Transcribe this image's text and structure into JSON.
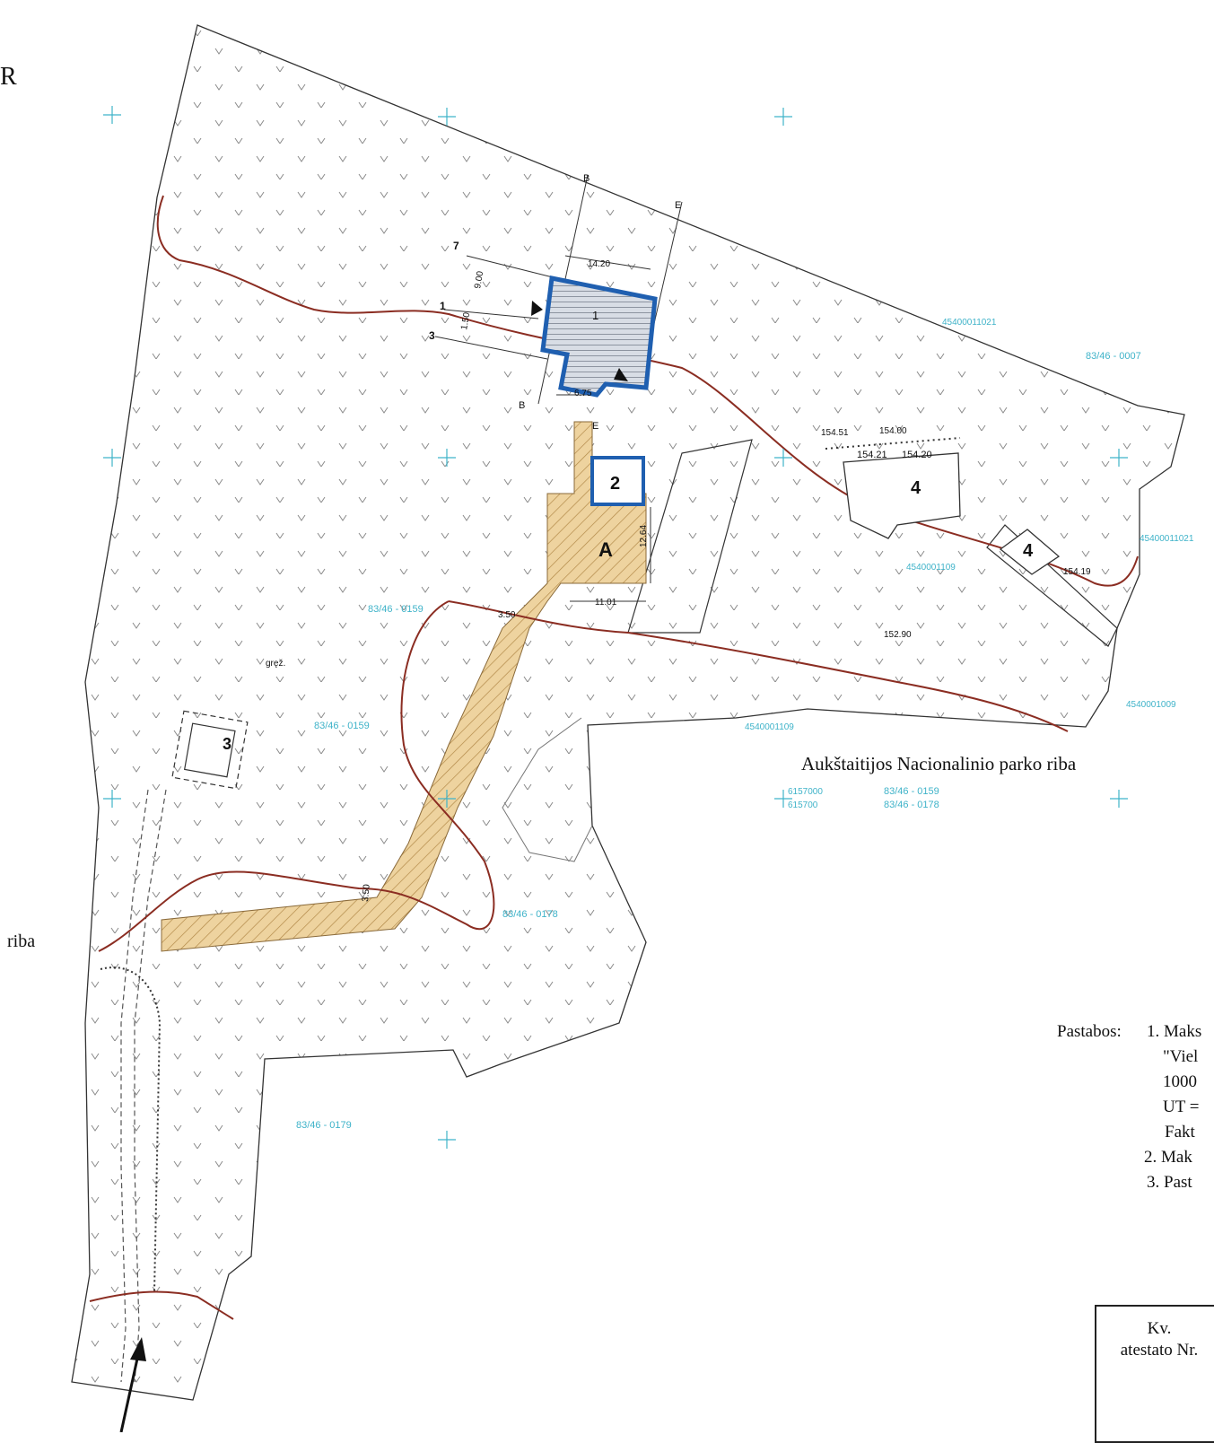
{
  "map": {
    "corner_letter": "R",
    "left_label": "riba",
    "park_boundary_label": "Aukštaitijos Nacionalinio parko riba",
    "zones": [
      "A"
    ],
    "building_numbers": [
      "1",
      "2",
      "3",
      "4",
      "4"
    ],
    "section_marks": [
      "B",
      "B",
      "E",
      "E"
    ],
    "dim_labels": [
      "14.20",
      "9.00",
      "1.50",
      "6.75",
      "12.64",
      "11.01",
      "3.50",
      "3.50"
    ],
    "leader_labels": [
      "7",
      "1",
      "3"
    ],
    "parcel_codes": [
      "83/46 - 0159",
      "83/46 - 0159",
      "83/46 - 0159",
      "83/46 - 0178",
      "83/46 - 0179",
      "83/46 - 0178",
      "83/46 - 0007",
      "45400011021",
      "4540001109",
      "45400011021",
      "4540001009",
      "4540001109"
    ],
    "grid_coords": [
      "6157000",
      "615700"
    ],
    "elevations": [
      "154.21",
      "154.20",
      "154.00",
      "154.51",
      "152.90",
      "154.19"
    ],
    "tree_label": "gręž."
  },
  "notes": {
    "heading": "Pastabos:",
    "lines": [
      "1. Maks",
      "\"Viel",
      "1000",
      "UT =",
      "Fakt",
      "2. Mak",
      "3. Past"
    ]
  },
  "stamp": {
    "line1": "Kv.",
    "line2": "atestato Nr."
  },
  "colors": {
    "contour": "#8b2d22",
    "building_blue": "#1f5fb0",
    "parcel_cyan": "#3fb3c9",
    "path_fill": "#e8c98e"
  }
}
